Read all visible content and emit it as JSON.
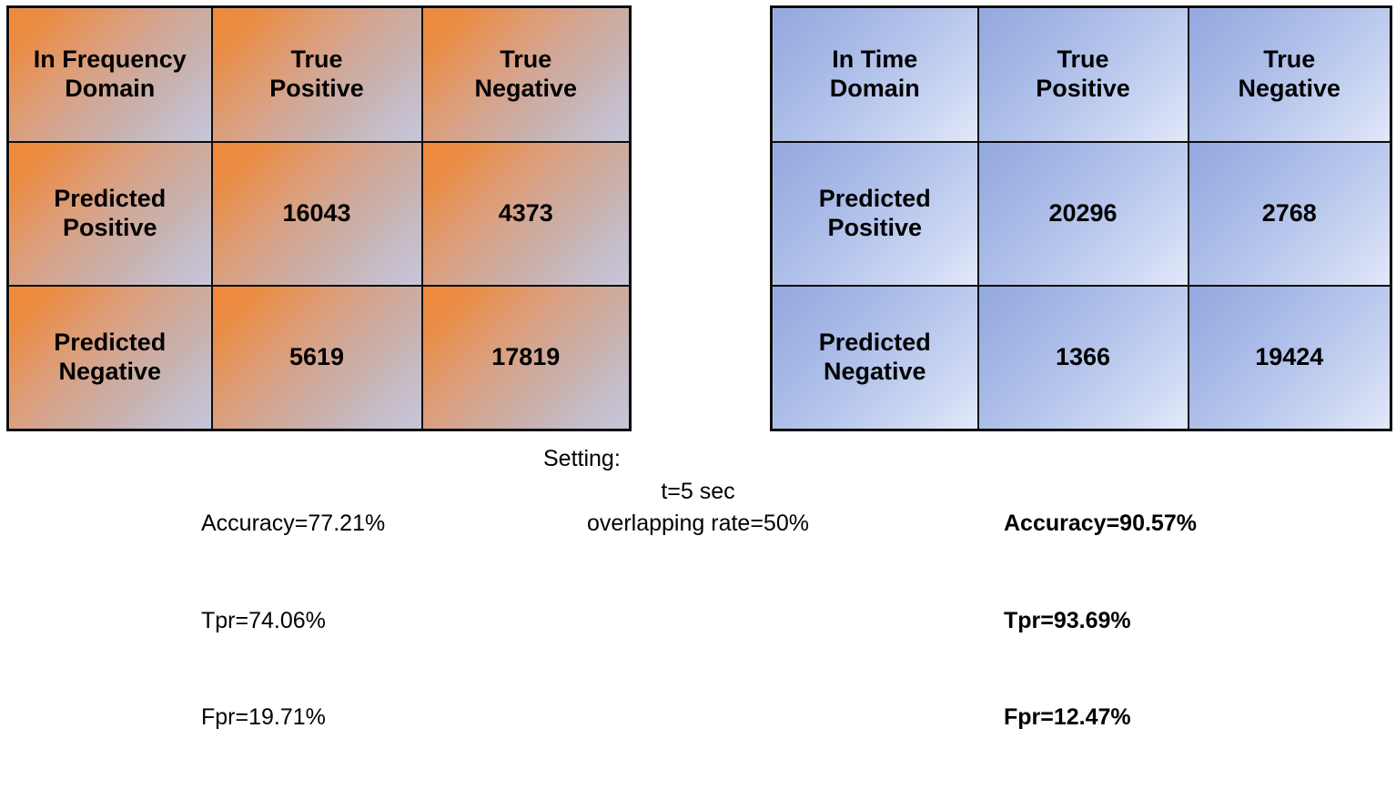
{
  "figure": {
    "background_color": "#ffffff",
    "accent_orange": "#f08a37",
    "accent_blue": "#93a8de",
    "border_color": "#0d0d0d"
  },
  "tables": {
    "frequency": {
      "gradient_from": "#f08a37",
      "gradient_to": "#c7c6da",
      "header": {
        "corner_line1": "In Frequency",
        "corner_line2": "Domain",
        "col1_line1": "True",
        "col1_line2": "Positive",
        "col2_line1": "True",
        "col2_line2": "Negative"
      },
      "rows": [
        {
          "label_line1": "Predicted",
          "label_line2": "Positive",
          "true_positive": "16043",
          "true_negative": "4373"
        },
        {
          "label_line1": "Predicted",
          "label_line2": "Negative",
          "true_positive": "5619",
          "true_negative": "17819"
        }
      ],
      "metrics": {
        "accuracy": "Accuracy=77.21%",
        "tpr": "Tpr=74.06%",
        "fpr": "Fpr=19.71%"
      }
    },
    "time": {
      "gradient_from": "#93a8de",
      "gradient_to": "#e2e9fa",
      "header": {
        "corner_line1": "In Time",
        "corner_line2": "Domain",
        "col1_line1": "True",
        "col1_line2": "Positive",
        "col2_line1": "True",
        "col2_line2": "Negative"
      },
      "rows": [
        {
          "label_line1": "Predicted",
          "label_line2": "Positive",
          "true_positive": "20296",
          "true_negative": "2768"
        },
        {
          "label_line1": "Predicted",
          "label_line2": "Negative",
          "true_positive": "1366",
          "true_negative": "19424"
        }
      ],
      "metrics": {
        "accuracy": "Accuracy=90.57%",
        "tpr": "Tpr=93.69%",
        "fpr": "Fpr=12.47%"
      }
    }
  },
  "setting": {
    "title": "Setting:",
    "line1": "t=5 sec",
    "line2": "overlapping rate=50%"
  },
  "chart_data": {
    "type": "table",
    "title": "Confusion matrices: frequency domain vs time domain",
    "panels": [
      {
        "name": "In Frequency Domain",
        "columns": [
          "True Positive",
          "True Negative"
        ],
        "rows": [
          "Predicted Positive",
          "Predicted Negative"
        ],
        "values": [
          [
            16043,
            4373
          ],
          [
            5619,
            17819
          ]
        ],
        "metrics": {
          "Accuracy": 77.21,
          "Tpr": 74.06,
          "Fpr": 19.71
        },
        "units": "percent"
      },
      {
        "name": "In Time Domain",
        "columns": [
          "True Positive",
          "True Negative"
        ],
        "rows": [
          "Predicted Positive",
          "Predicted Negative"
        ],
        "values": [
          [
            20296,
            2768
          ],
          [
            1366,
            19424
          ]
        ],
        "metrics": {
          "Accuracy": 90.57,
          "Tpr": 93.69,
          "Fpr": 12.47
        },
        "units": "percent"
      }
    ],
    "annotations": [
      "Setting:",
      "t=5 sec",
      "overlapping rate=50%"
    ]
  }
}
